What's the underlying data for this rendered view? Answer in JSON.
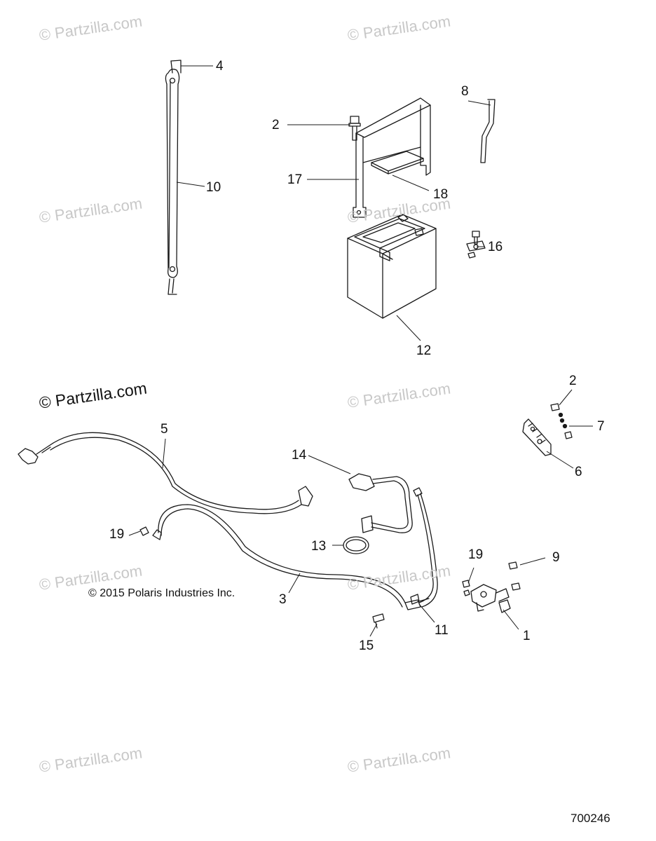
{
  "watermarks": {
    "text": "© Partzilla.com",
    "featured": "© Partzilla.com"
  },
  "copyright": "© 2015 Polaris Industries Inc.",
  "drawing_number": "700246",
  "callouts": [
    {
      "id": "c4",
      "label": "4"
    },
    {
      "id": "c10",
      "label": "10"
    },
    {
      "id": "c2a",
      "label": "2"
    },
    {
      "id": "c17",
      "label": "17"
    },
    {
      "id": "c18",
      "label": "18"
    },
    {
      "id": "c8",
      "label": "8"
    },
    {
      "id": "c16",
      "label": "16"
    },
    {
      "id": "c12",
      "label": "12"
    },
    {
      "id": "c5",
      "label": "5"
    },
    {
      "id": "c14",
      "label": "14"
    },
    {
      "id": "c19a",
      "label": "19"
    },
    {
      "id": "c13",
      "label": "13"
    },
    {
      "id": "c3",
      "label": "3"
    },
    {
      "id": "c2b",
      "label": "2"
    },
    {
      "id": "c7",
      "label": "7"
    },
    {
      "id": "c6",
      "label": "6"
    },
    {
      "id": "c9",
      "label": "9"
    },
    {
      "id": "c19b",
      "label": "19"
    },
    {
      "id": "c1",
      "label": "1"
    },
    {
      "id": "c11",
      "label": "11"
    },
    {
      "id": "c15",
      "label": "15"
    }
  ],
  "colors": {
    "line": "#1a1a1a",
    "watermark": "#c8c8c8"
  }
}
